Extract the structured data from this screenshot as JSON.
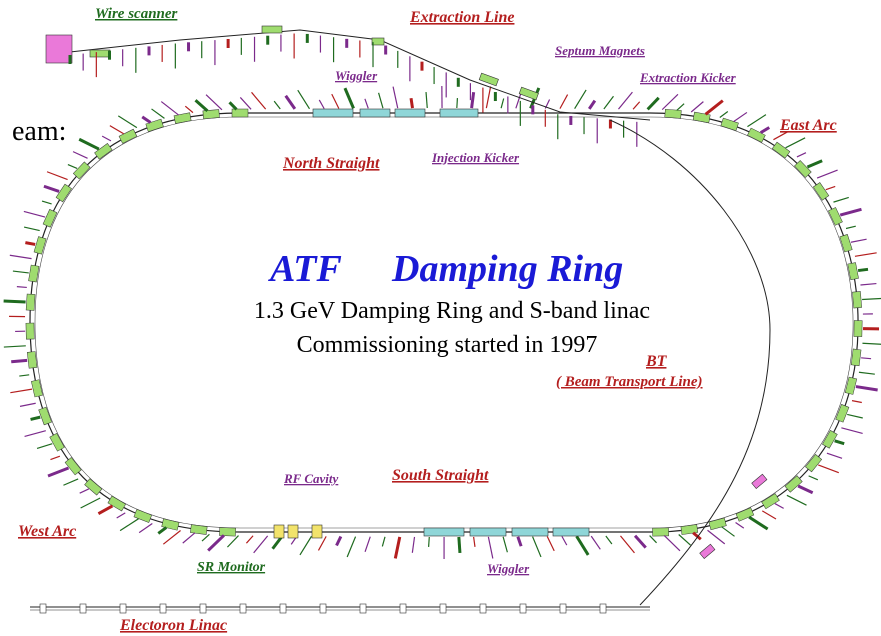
{
  "title": {
    "left": "ATF",
    "right": "Damping Ring",
    "line1": "1.3 GeV Damping Ring and S-band linac",
    "line2": "Commissioning started in 1997"
  },
  "fragment_text": "eam:",
  "labels": {
    "wire_scanner": "Wire scanner",
    "extraction_line": "Extraction Line",
    "septum_magnets": "Septum Magnets",
    "wiggler_top": "Wiggler",
    "extraction_kicker": "Extraction Kicker",
    "east_arc": "East Arc",
    "north_straight": "North Straight",
    "injection_kicker": "Injection Kicker",
    "bt": "BT",
    "beam_transport": "( Beam Transport Line)",
    "rf_cavity": "RF Cavity",
    "south_straight": "South Straight",
    "west_arc": "West Arc",
    "sr_monitor": "SR Monitor",
    "wiggler_bottom": "Wiggler",
    "electron_linac": "Electoron Linac"
  },
  "colors": {
    "title_blue": "#1a1ad6",
    "label_red": "#b41e1e",
    "label_purple": "#7b2a8b",
    "label_green": "#1f6b1f",
    "magnet_green": "#9fdc6f",
    "wiggler_cyan": "#8fd6d8",
    "rf_yellow": "#f2e36b",
    "dump_pink": "#ea79d9"
  }
}
